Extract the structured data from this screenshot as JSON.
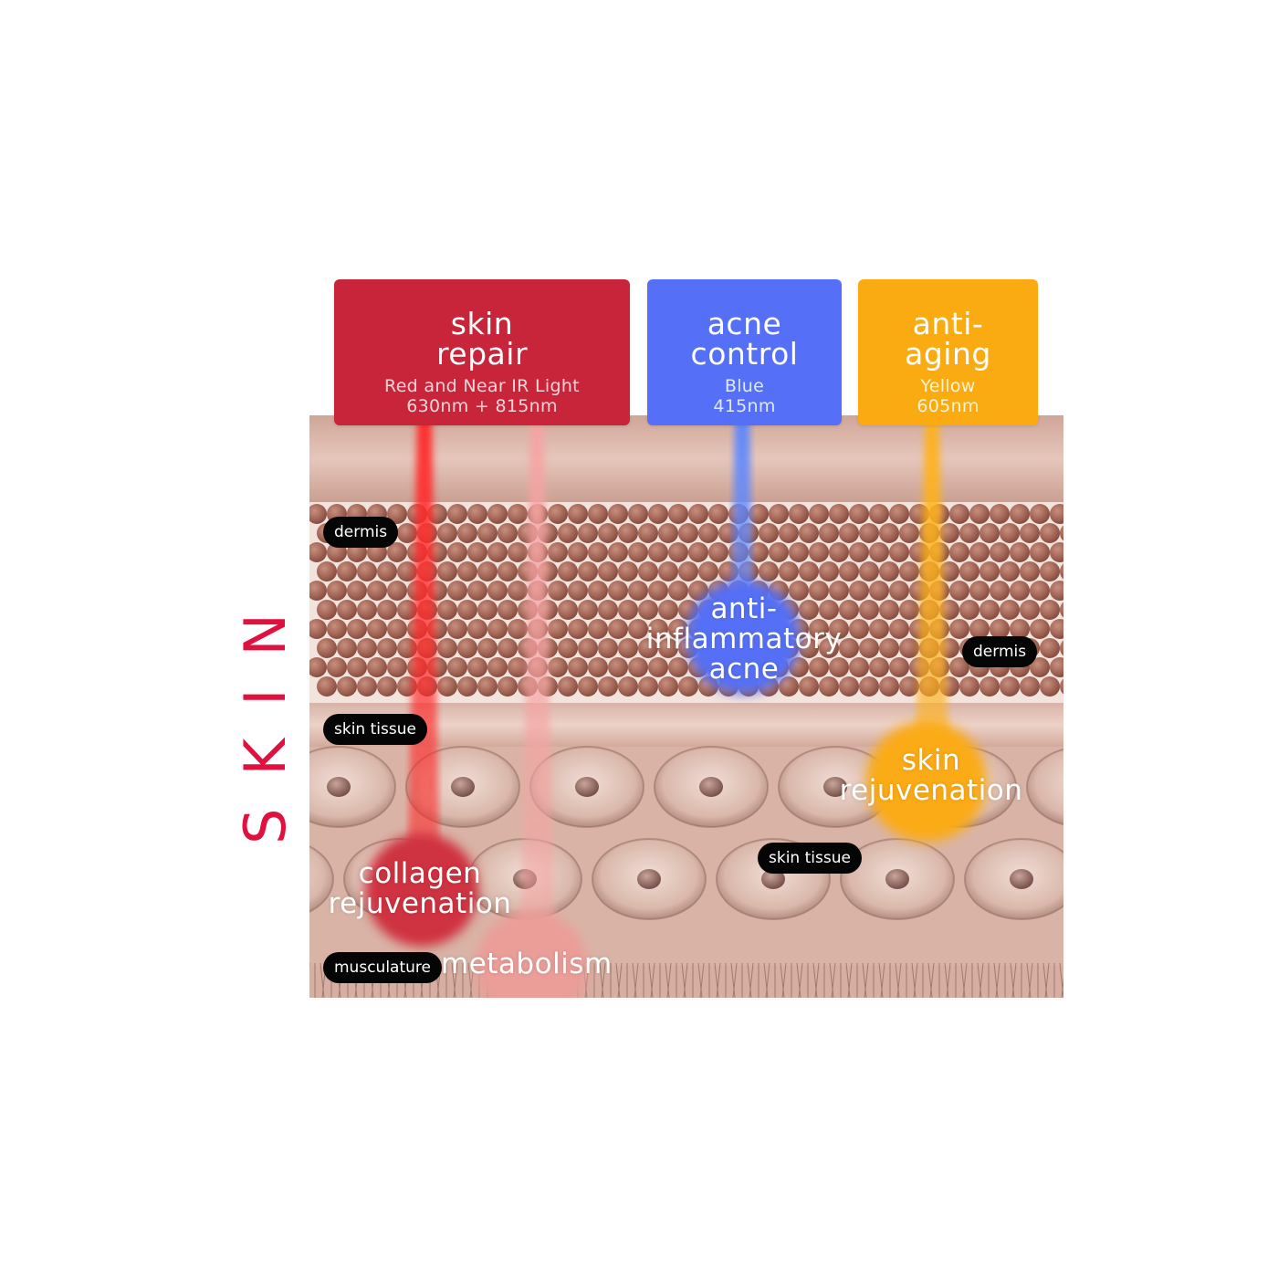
{
  "side_title": "SKIN",
  "cards": [
    {
      "title_line1": "skin",
      "title_line2": "repair",
      "sub_line1": "Red and Near IR Light",
      "sub_line2": "630nm + 815nm",
      "color": "#c8243a"
    },
    {
      "title_line1": "acne",
      "title_line2": "control",
      "sub_line1": "Blue",
      "sub_line2": "415nm",
      "color": "#5570f6"
    },
    {
      "title_line1": "anti-",
      "title_line2": "aging",
      "sub_line1": "Yellow",
      "sub_line2": "605nm",
      "color": "#fbab12"
    }
  ],
  "layer_labels": {
    "dermis_left": "dermis",
    "dermis_right": "dermis",
    "skin_tissue_left": "skin tissue",
    "skin_tissue_right": "skin tissue",
    "musculature": "musculature"
  },
  "effects": {
    "anti_inflammatory": {
      "line1": "anti-",
      "line2": "inflammatory",
      "line3": "acne"
    },
    "skin_rejuvenation": {
      "line1": "skin",
      "line2": "rejuvenation"
    },
    "collagen_rejuvenation": {
      "line1": "collagen",
      "line2": "rejuvenation"
    },
    "metabolism": "metabolism"
  },
  "colors": {
    "red": "#c8243a",
    "blue": "#5570f6",
    "yellow": "#fbab12",
    "title": "#e0103f",
    "tissue": "#d6aea2"
  }
}
